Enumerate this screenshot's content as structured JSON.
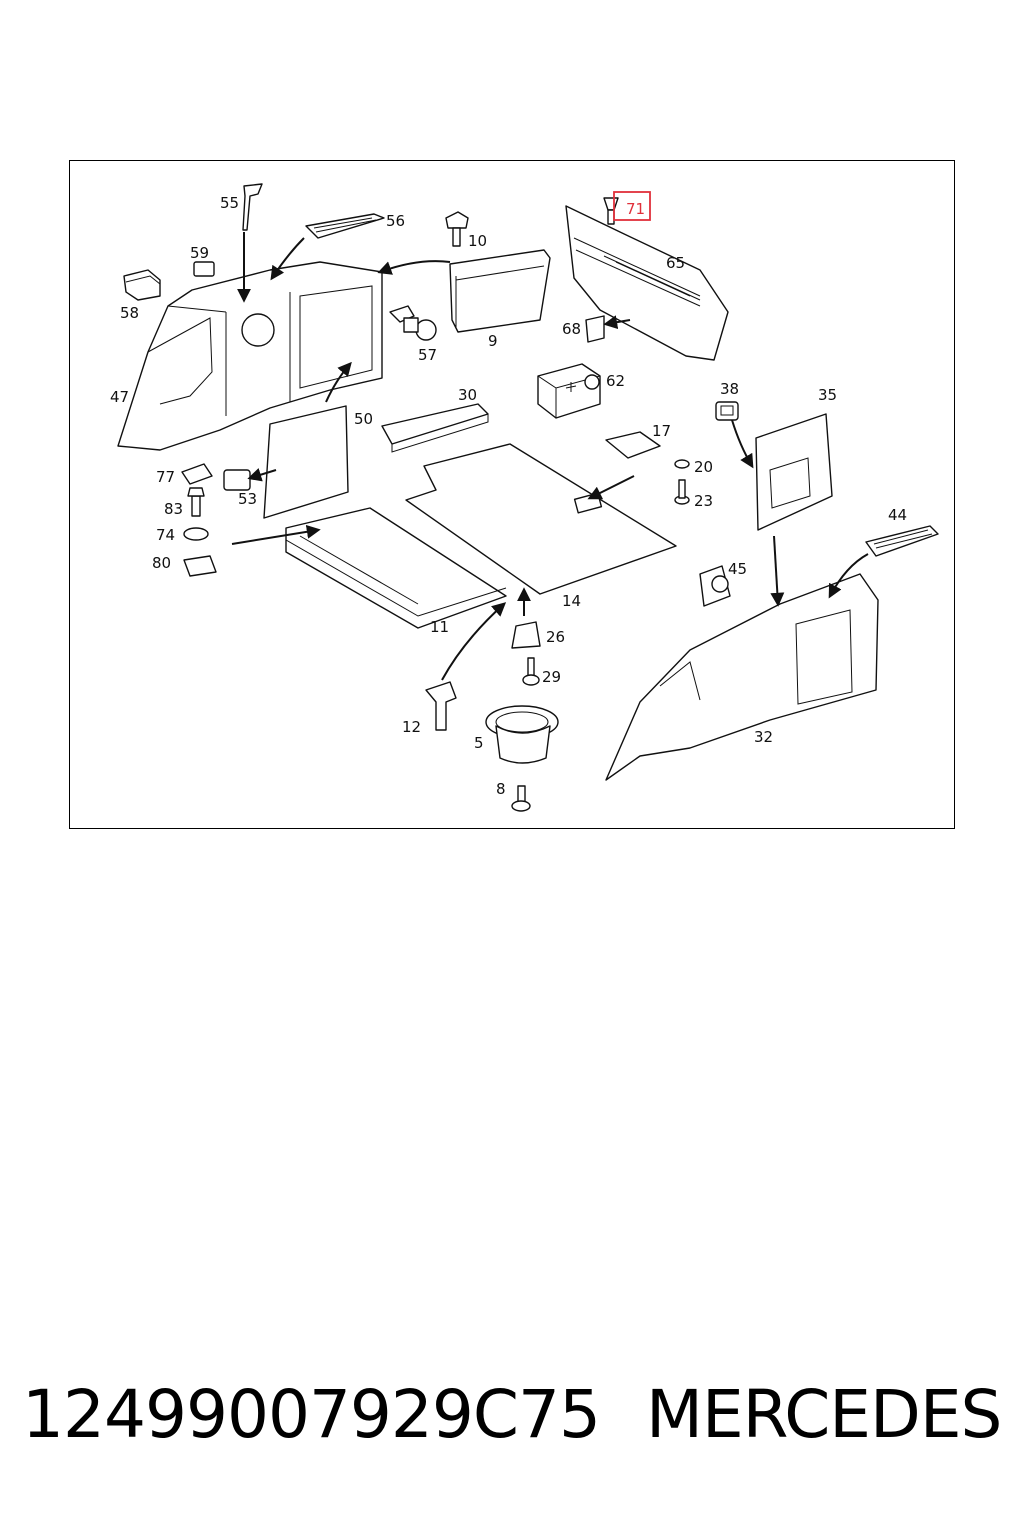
{
  "diagram": {
    "callouts": [
      "55",
      "56",
      "59",
      "58",
      "10",
      "57",
      "9",
      "47",
      "50",
      "30",
      "62",
      "68",
      "65",
      "71",
      "38",
      "35",
      "17",
      "20",
      "23",
      "77",
      "53",
      "83",
      "74",
      "80",
      "11",
      "14",
      "26",
      "29",
      "45",
      "44",
      "12",
      "5",
      "8",
      "32"
    ],
    "highlighted_callout": "71",
    "highlight_color": "#e0303a"
  },
  "footer": {
    "part_number": "12499007929C75",
    "brand": "MERCEDES"
  }
}
